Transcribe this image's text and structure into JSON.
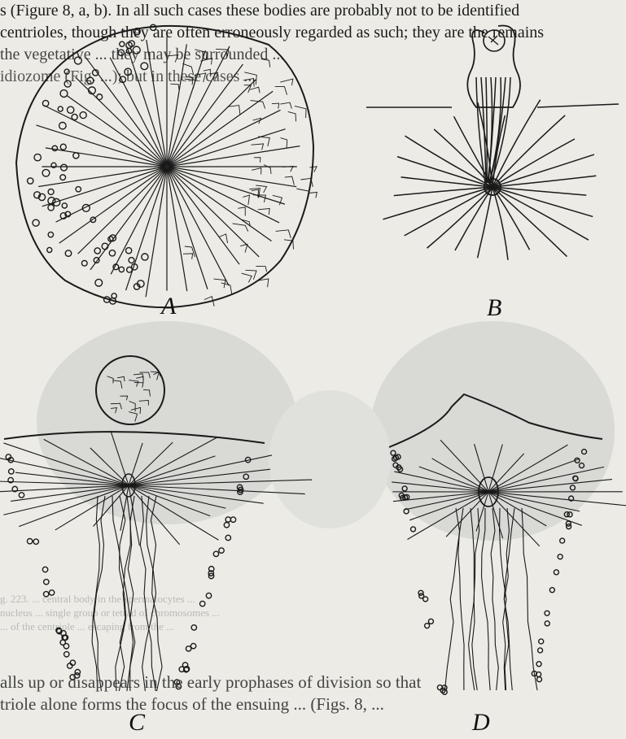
{
  "page_text": {
    "top_lines": [
      "s (Figure 8, a, b). In all such cases these bodies are probably not to be identified",
      "centrioles, though they are often erroneously regarded as such; they are the remains",
      "the vegetative ... they may be surrounded ...",
      "idiozome (Fig. ...); but in these cases ..."
    ],
    "caption_lines": [
      "g. 223. ... central body in the spermatocytes ...",
      "nucleus ... single group or tetrad of chromosomes ...",
      "... of the centriole ... escaping from the ..."
    ],
    "bottom_lines": [
      "alls up or disappears in the early prophases of division so that",
      "triole alone forms the focus of the ensuing ... (Figs. 8, ..."
    ]
  },
  "figure": {
    "labels": {
      "a": "A",
      "b": "B",
      "c": "C",
      "d": "D"
    }
  }
}
